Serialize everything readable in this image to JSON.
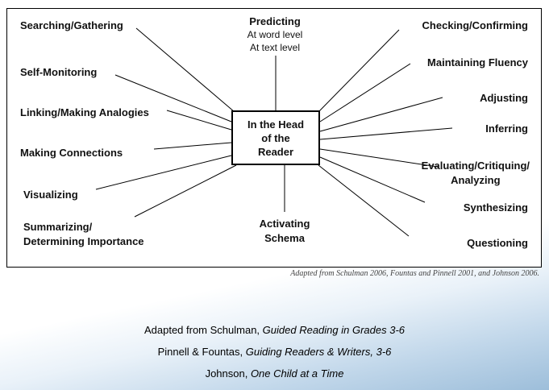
{
  "diagram": {
    "center": [
      "In the Head",
      "of the",
      "Reader"
    ],
    "predicting": {
      "title": "Predicting",
      "sub1": "At word level",
      "sub2": "At text level"
    },
    "left": [
      {
        "label": "Searching/Gathering"
      },
      {
        "label": "Self-Monitoring"
      },
      {
        "label": "Linking/Making Analogies"
      },
      {
        "label": "Making Connections"
      },
      {
        "label": "Visualizing"
      },
      {
        "line1": "Summarizing/",
        "line2": "Determining Importance"
      }
    ],
    "right": [
      {
        "label": "Checking/Confirming"
      },
      {
        "label": "Maintaining Fluency"
      },
      {
        "label": "Adjusting"
      },
      {
        "label": "Inferring"
      },
      {
        "line1": "Evaluating/Critiquing/",
        "line2": "Analyzing"
      },
      {
        "label": "Synthesizing"
      },
      {
        "label": "Questioning"
      }
    ],
    "bottom": {
      "line1": "Activating",
      "line2": "Schema"
    },
    "credit": "Adapted from Schulman 2006, Fountas and Pinnell 2001, and Johnson 2006."
  },
  "footer": {
    "lines": [
      {
        "prefix": "Adapted from Schulman, ",
        "title": "Guided Reading in Grades 3-6"
      },
      {
        "prefix": "Pinnell & Fountas, ",
        "title": "Guiding Readers & Writers, 3-6"
      },
      {
        "prefix": "Johnson, ",
        "title": "One Child at a Time"
      }
    ]
  },
  "colors": {
    "connector_line": "#000000",
    "gradient_blue": "#9dbeda"
  }
}
